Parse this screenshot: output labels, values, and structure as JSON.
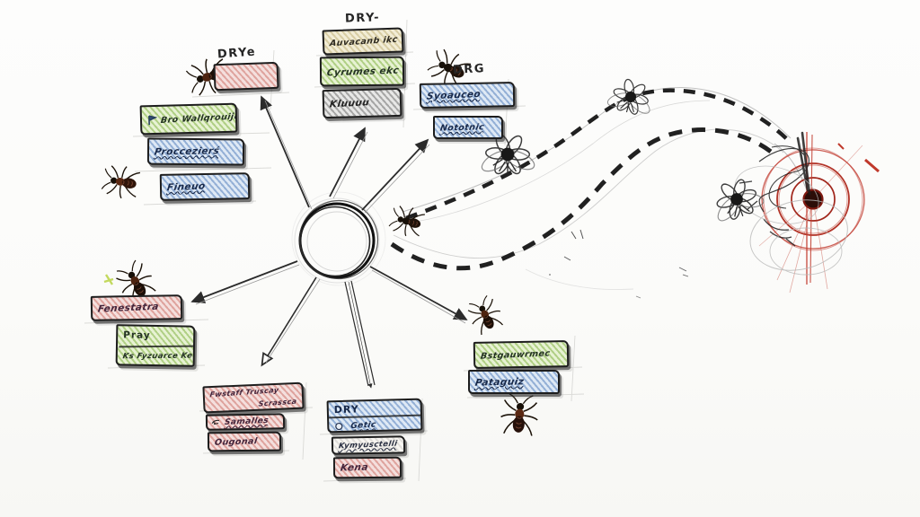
{
  "palette": {
    "ink": "#1d1d1d",
    "pencil": "#9a9a9a",
    "red_box": "#c66058",
    "green_box": "#7daf3e",
    "blue_box": "#5c84be",
    "cream_box": "#baaa70",
    "gray_box": "#696969",
    "target_red": "#c0392b",
    "bug_brown": "#4e2410",
    "lime_mark": "#b9d243"
  },
  "icons": {
    "bug": "bug-icon",
    "fly": "scribble-fly-icon",
    "flag": "flag-icon",
    "hand": "hand-icon",
    "circle": "circle-icon",
    "hub": "spiral-hub",
    "target": "bullseye-target"
  },
  "clusters": {
    "top_left": {
      "label": "DRYe",
      "boxes": [
        {
          "text": ""
        }
      ]
    },
    "left": {
      "boxes": [
        {
          "text": "Bro Wallqrouije"
        },
        {
          "text": "Proccezierś"
        },
        {
          "text": "Fineuo"
        }
      ]
    },
    "top_middle": {
      "label": "DRY-",
      "boxes": [
        {
          "text": "Auvacanb ikc"
        },
        {
          "text": "Cyrumes ekc"
        },
        {
          "text": "Kluuuu"
        }
      ]
    },
    "top_right": {
      "label": "DRG",
      "boxes": [
        {
          "text": "Syoauceo"
        },
        {
          "text": "Nototnic"
        }
      ]
    },
    "left_lower": {
      "boxes": [
        {
          "text": "Fenestatra"
        },
        {
          "rows": [
            "Pray",
            "Ks Fyzuarce Ke"
          ]
        }
      ]
    },
    "bottom_left": {
      "boxes": [
        {
          "rows": [
            "Fwstaff Truscay",
            "Scrassca"
          ]
        },
        {
          "text": "Samalles"
        },
        {
          "text": "Ougonal"
        }
      ]
    },
    "bottom_middle": {
      "boxes": [
        {
          "rows": [
            "DRY",
            "Getic"
          ]
        },
        {
          "text": "Kymyusctelli"
        },
        {
          "text": "Kena"
        }
      ]
    },
    "right_lower": {
      "boxes": [
        {
          "text": "Bstgauwrmec"
        },
        {
          "text": "Pataguiz"
        }
      ]
    }
  }
}
